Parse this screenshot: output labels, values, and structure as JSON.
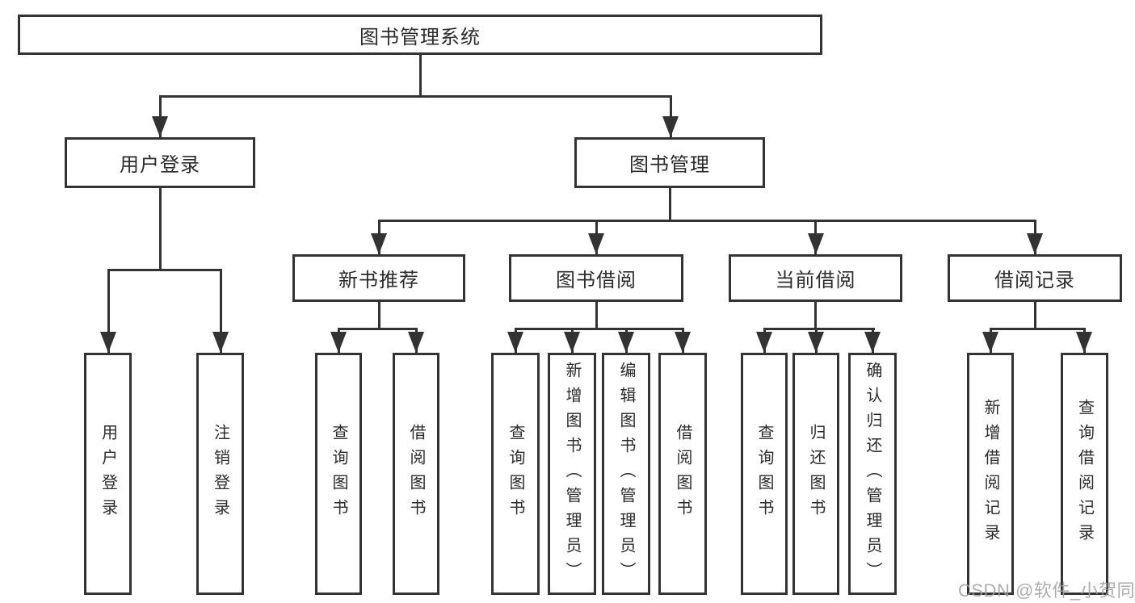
{
  "diagram": {
    "root": "图书管理系统",
    "login": {
      "label": "用户登录",
      "children": [
        "用户登录",
        "注销登录"
      ]
    },
    "manage": {
      "label": "图书管理",
      "groups": [
        {
          "label": "新书推荐",
          "children": [
            "查询图书",
            "借阅图书"
          ]
        },
        {
          "label": "图书借阅",
          "children": [
            "查询图书",
            "新增图书（管理员）",
            "编辑图书（管理员）",
            "借阅图书"
          ]
        },
        {
          "label": "当前借阅",
          "children": [
            "查询图书",
            "归还图书",
            "确认归还（管理员）"
          ]
        },
        {
          "label": "借阅记录",
          "children": [
            "新增借阅记录",
            "查询借阅记录"
          ]
        }
      ]
    }
  },
  "watermark": "CSDN @软件_小贺同学",
  "colors": {
    "line": "#333333",
    "text": "#2b2b2b",
    "background": "#ffffff",
    "watermark": "#9e9e9e"
  }
}
